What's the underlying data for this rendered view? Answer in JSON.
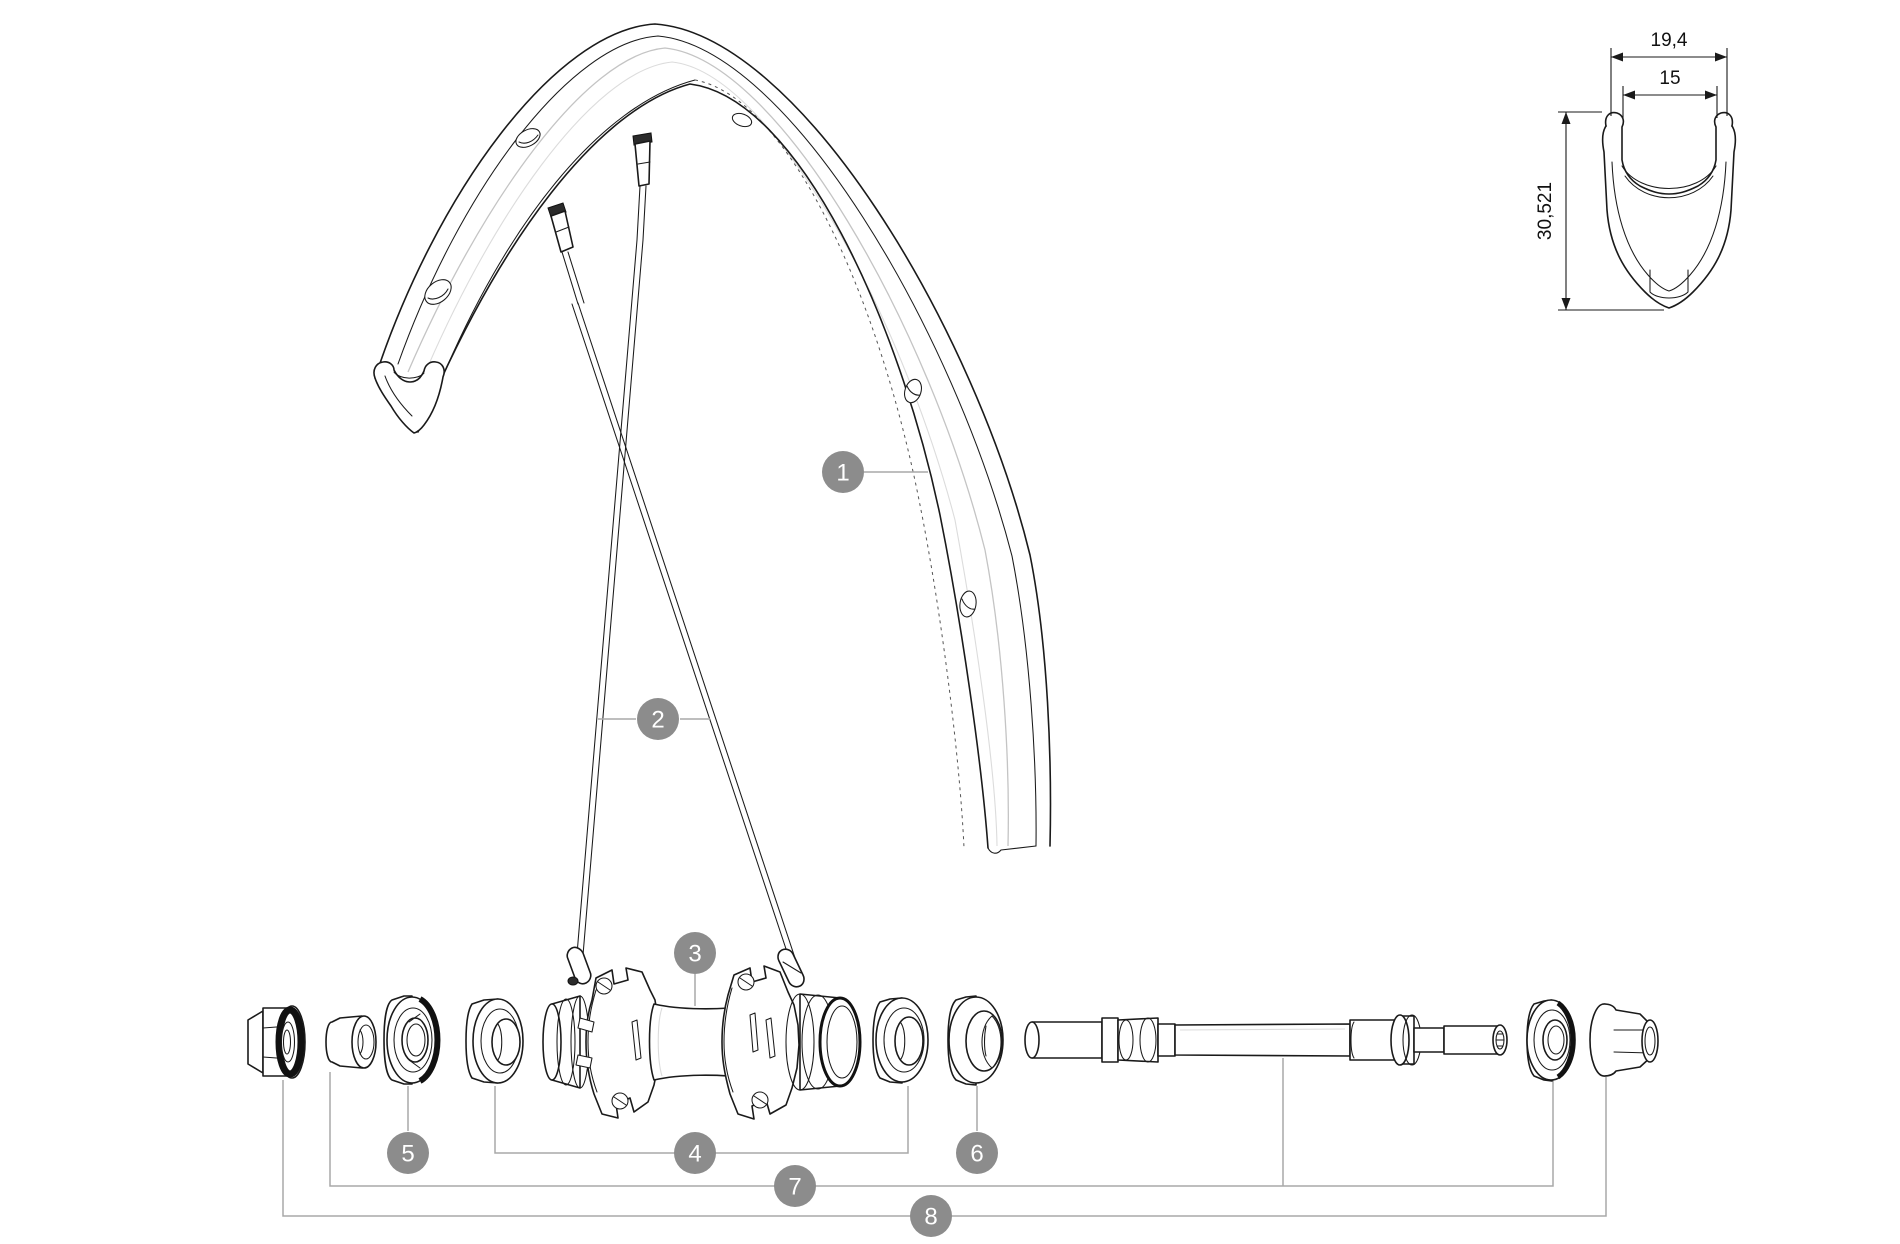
{
  "figure": {
    "kind": "bicycle-wheel-exploded-diagram",
    "callouts": [
      {
        "label": "1"
      },
      {
        "label": "2"
      },
      {
        "label": "3"
      },
      {
        "label": "4"
      },
      {
        "label": "5"
      },
      {
        "label": "6"
      },
      {
        "label": "7"
      },
      {
        "label": "8"
      }
    ],
    "section_dims": {
      "outer_width": "19,4",
      "inner_width": "15",
      "depth": "30,521"
    },
    "colors": {
      "line": "#1a1a1a",
      "leader": "#a8a8a8",
      "callout_bg": "#8c8c8c",
      "callout_text": "#ffffff",
      "shade": "#c4c4c4"
    }
  }
}
